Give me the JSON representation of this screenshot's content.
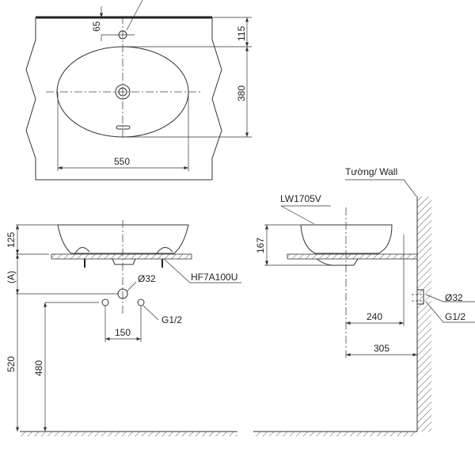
{
  "top_view": {
    "dim_tap_offset": "65",
    "dim_back_to_basin": "115",
    "dim_basin_depth": "380",
    "dim_basin_width": "550"
  },
  "front_view": {
    "dim_basin_height": "125",
    "dim_a": "(A)",
    "dim_waste_height": "520",
    "dim_supply_height": "480",
    "dim_supply_spacing": "150",
    "label_waste": "Ø32",
    "label_supply": "G1/2",
    "label_bracket": "HF7A100U"
  },
  "side_view": {
    "label_wall": "Tường/ Wall",
    "label_model": "LW1705V",
    "dim_height": "167",
    "dim_center_240": "240",
    "dim_center_305": "305",
    "label_waste": "Ø32",
    "label_supply": "G1/2"
  }
}
